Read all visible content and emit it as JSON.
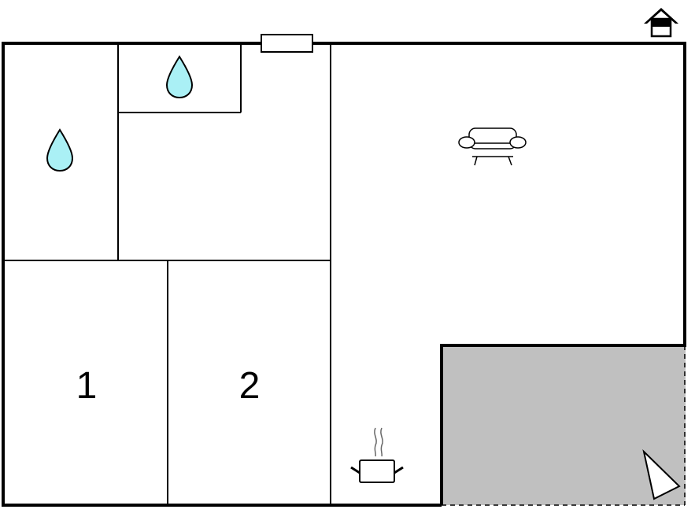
{
  "floor_plan": {
    "rooms": [
      {
        "id": "bedroom-1",
        "label": "1"
      },
      {
        "id": "bedroom-2",
        "label": "2"
      }
    ],
    "icons": {
      "house": "house-icon",
      "water_drop": "water-drop-icon",
      "sofa": "sofa-icon",
      "cooking_pot": "cooking-pot-icon",
      "compass_north": "north-arrow-icon",
      "window": "window-icon"
    },
    "colors": {
      "wall": "#000000",
      "water": "#aaf0f5",
      "terrace": "#c0c0c0",
      "background": "#ffffff"
    }
  }
}
